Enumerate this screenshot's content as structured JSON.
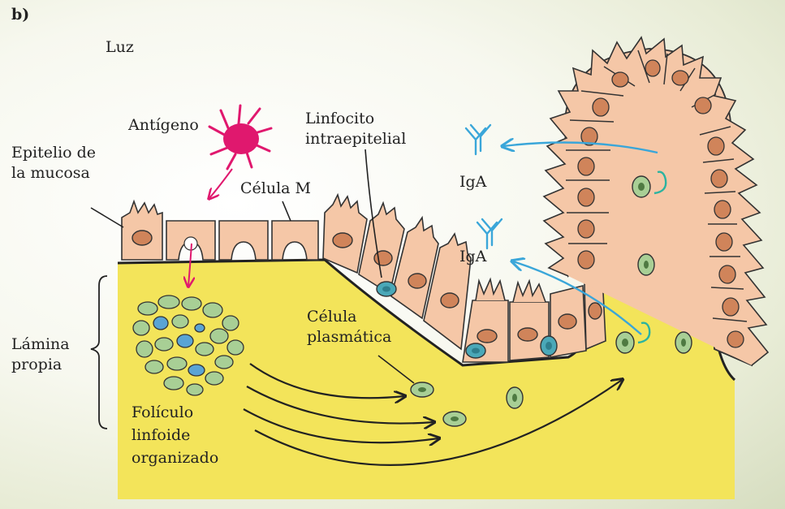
{
  "panel_letter": "b)",
  "labels": {
    "luz": "Luz",
    "antigeno": "Antígeno",
    "epitelio_line1": "Epitelio de",
    "epitelio_line2": "la mucosa",
    "celula_m": "Célula M",
    "linfocito_line1": "Linfocito",
    "linfocito_line2": "intraepitelial",
    "iga_upper": "IgA",
    "iga_lower": "IgA",
    "lamina_line1": "Lámina",
    "lamina_line2": "propia",
    "plasmatica_line1": "Célula",
    "plasmatica_line2": "plasmática",
    "foliculo_line1": "Folículo",
    "foliculo_line2": "linfoide",
    "foliculo_line3": "organizado"
  },
  "colors": {
    "lamina_propia": "#f3e45a",
    "epithelial_cell": "#f5c7a7",
    "nucleus": "#d0845a",
    "plasma_cell": "#a8cf95",
    "intraepithelial_lymphocyte": "#4aa8b8",
    "antigen": "#e0186e",
    "iga_arrows": "#3aa6d9",
    "secretion_hooks": "#2bb3a0"
  }
}
